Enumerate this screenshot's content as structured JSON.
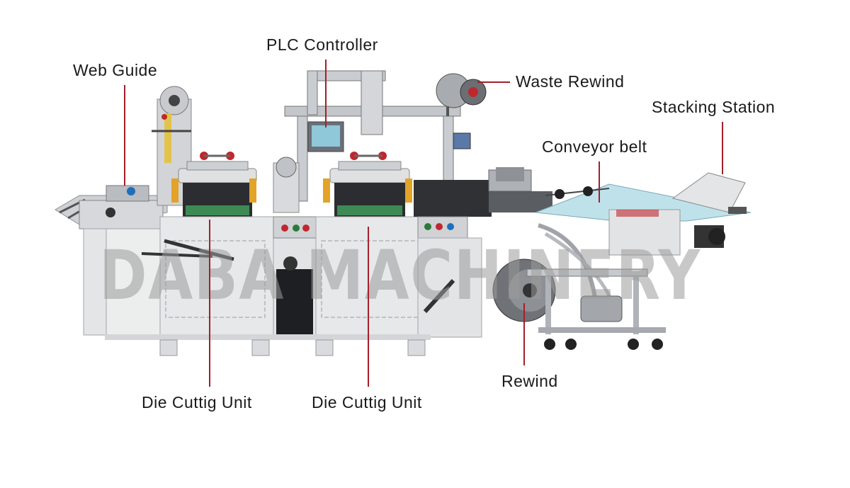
{
  "watermark": "DABA MACHINERY",
  "colors": {
    "callout_line": "#a3202a",
    "label_text": "#1a1a1a",
    "machine_body": "#e6e7e9",
    "panel_dark": "#2d2f33"
  },
  "callouts": [
    {
      "id": "web-guide",
      "label": "Web Guide"
    },
    {
      "id": "plc-controller",
      "label": "PLC Controller"
    },
    {
      "id": "waste-rewind",
      "label": "Waste Rewind"
    },
    {
      "id": "stacking-station",
      "label": "Stacking Station"
    },
    {
      "id": "conveyor-belt",
      "label": "Conveyor belt"
    },
    {
      "id": "die-cutting-unit-1",
      "label": "Die Cuttig Unit"
    },
    {
      "id": "die-cutting-unit-2",
      "label": "Die Cuttig Unit"
    },
    {
      "id": "rewind",
      "label": "Rewind"
    }
  ]
}
